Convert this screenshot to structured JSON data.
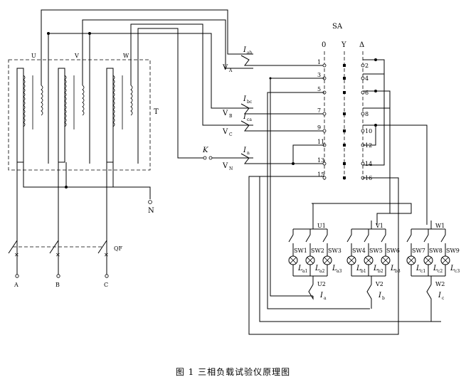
{
  "caption": "图 1    三相负载试验仪原理图",
  "transformer": {
    "label": "T",
    "phases": [
      "U",
      "V",
      "W"
    ]
  },
  "switch_sa": {
    "label": "SA",
    "positions": [
      "0",
      "Y",
      "Δ"
    ],
    "left_contacts": [
      "1",
      "3",
      "5",
      "7",
      "9",
      "11",
      "13",
      "15"
    ],
    "right_contacts": [
      "2",
      "4",
      "6",
      "8",
      "10",
      "12",
      "14",
      "16"
    ]
  },
  "voltmeter_labels": [
    {
      "main": "V",
      "sub": "A"
    },
    {
      "main": "V",
      "sub": "B"
    },
    {
      "main": "V",
      "sub": "C"
    },
    {
      "main": "V",
      "sub": "N"
    }
  ],
  "current_labels": [
    {
      "main": "I",
      "sub": "ab"
    },
    {
      "main": "I",
      "sub": "bc"
    },
    {
      "main": "I",
      "sub": "ca"
    },
    {
      "main": "I",
      "sub": "n"
    }
  ],
  "switch_k": "K",
  "neutral": "N",
  "breaker": "QF",
  "inputs": [
    "A",
    "B",
    "C"
  ],
  "loads": [
    {
      "top": "U1",
      "bottom": "U2",
      "switches": [
        "SW1",
        "SW2",
        "SW3"
      ],
      "current": {
        "main": "I",
        "sub": "a"
      }
    },
    {
      "top": "V1",
      "bottom": "V2",
      "switches": [
        "SW4",
        "SW5",
        "SW6"
      ],
      "current": {
        "main": "I",
        "sub": "b"
      }
    },
    {
      "top": "W1",
      "bottom": "W2",
      "switches": [
        "SW7",
        "SW8",
        "SW9"
      ],
      "current": {
        "main": "I",
        "sub": "c"
      }
    }
  ],
  "lamps": [
    {
      "main": "L",
      "sub": "a1"
    },
    {
      "main": "L",
      "sub": "a2"
    },
    {
      "main": "L",
      "sub": "a3"
    },
    {
      "main": "L",
      "sub": "b1"
    },
    {
      "main": "L",
      "sub": "b2"
    },
    {
      "main": "L",
      "sub": "b3"
    },
    {
      "main": "L",
      "sub": "c1"
    },
    {
      "main": "L",
      "sub": "c2"
    },
    {
      "main": "L",
      "sub": "c3"
    }
  ]
}
